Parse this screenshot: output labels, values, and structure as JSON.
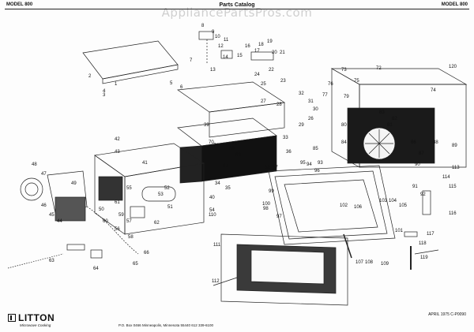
{
  "header": {
    "model_left": "MODEL 800",
    "title": "Parts Catalog",
    "model_right": "MODEL 800"
  },
  "watermark": "AppliancePartsPros.com",
  "footer": {
    "brand": "LITTON",
    "brand_sub": "Microwave Cooking",
    "address": "P.O. Box 0466   Minneapolis, Minnesota 55440   612  339-6100",
    "date_code": "APRIL 1975  C-P0090"
  },
  "callouts": {
    "c1": "1",
    "c2": "2",
    "c3": "3",
    "c4": "4",
    "c5": "5",
    "c6": "6",
    "c7": "7",
    "c8": "8",
    "c9": "9",
    "c10": "10",
    "c11": "11",
    "c12": "12",
    "c13": "13",
    "c14": "14",
    "c15": "15",
    "c16": "16",
    "c17": "17",
    "c18": "18",
    "c19": "19",
    "c20": "20",
    "c21": "21",
    "c22": "22",
    "c23": "23",
    "c24": "24",
    "c25": "25",
    "c26": "26",
    "c27": "27",
    "c28": "28",
    "c29": "29",
    "c30": "30",
    "c31": "31",
    "c32": "32",
    "c33": "33",
    "c34": "34",
    "c35": "35",
    "c36": "36",
    "c37": "37",
    "c38": "38",
    "c39": "39",
    "c40": "40",
    "c41": "41",
    "c42": "42",
    "c43": "43",
    "c44": "44",
    "c45": "45",
    "c46": "46",
    "c47": "47",
    "c48": "48",
    "c49": "49",
    "c50": "50",
    "c51": "51",
    "c52": "52",
    "c53": "53",
    "c54": "54",
    "c55": "55",
    "c56": "56",
    "c57": "57",
    "c58": "58",
    "c59": "59",
    "c60": "60",
    "c61": "61",
    "c62": "62",
    "c63": "63",
    "c64": "64",
    "c65": "65",
    "c66": "66",
    "c67": "67",
    "c68": "68",
    "c69": "69",
    "c70": "70",
    "c71": "71",
    "c72": "72",
    "c73": "73",
    "c74": "74",
    "c75": "75",
    "c76": "76",
    "c77": "77",
    "c78": "78",
    "c79": "79",
    "c80": "80",
    "c81": "81",
    "c82": "82",
    "c83": "83",
    "c84": "84",
    "c85": "85",
    "c86": "86",
    "c87": "87",
    "c88": "88",
    "c89": "89",
    "c90": "90",
    "c91": "91",
    "c92": "92",
    "c93": "93",
    "c94": "94",
    "c95": "95",
    "c96": "96",
    "c97": "97",
    "c98": "98",
    "c99": "99",
    "c100": "100",
    "c101": "101",
    "c102": "102",
    "c103": "103",
    "c104": "104",
    "c105": "105",
    "c106": "106",
    "c107": "107",
    "c108": "108",
    "c109": "109",
    "c110": "110",
    "c111": "111",
    "c112": "112",
    "c113": "113",
    "c114": "114",
    "c115": "115",
    "c116": "116",
    "c117": "117",
    "c118": "118",
    "c119": "119",
    "c120": "120"
  }
}
